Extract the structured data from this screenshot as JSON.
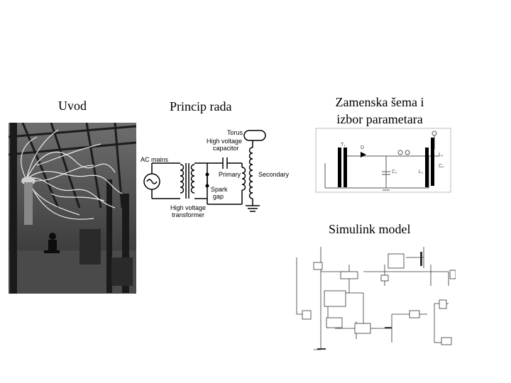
{
  "sections": {
    "intro": "Uvod",
    "principle": "Princip rada",
    "equivalent_line1": "Zamenska šema i",
    "equivalent_line2": "izbor parametara",
    "simulink": "Simulink model"
  },
  "principle_diagram": {
    "torus": "Torus",
    "hv_capacitor_line1": "High voltage",
    "hv_capacitor_line2": "capacitor",
    "ac_mains": "AC mains",
    "primary": "Primary",
    "secondary": "Secondary",
    "spark_line1": "Spark",
    "spark_line2": "gap",
    "hv_transformer_line1": "High voltage",
    "hv_transformer_line2": "transformer"
  },
  "equivalent_diagram": {
    "t1": "T₁",
    "d": "D",
    "c1": "C₁",
    "l1": "L₁",
    "l2": "L₂",
    "c2": "C₂"
  }
}
